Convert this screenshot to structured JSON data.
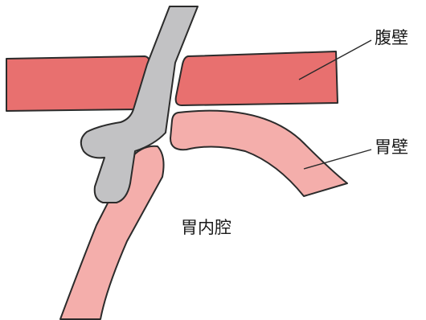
{
  "labels": {
    "abdominal_wall": "腹壁",
    "stomach_wall": "胃壁",
    "gastric_lumen": "胃内腔"
  },
  "colors": {
    "abdominal_wall_fill": "#e8706f",
    "stomach_wall_fill": "#f4aeab",
    "tube_fill": "#c2c2c4",
    "outline": "#2b2b2b",
    "background": "#ffffff"
  }
}
